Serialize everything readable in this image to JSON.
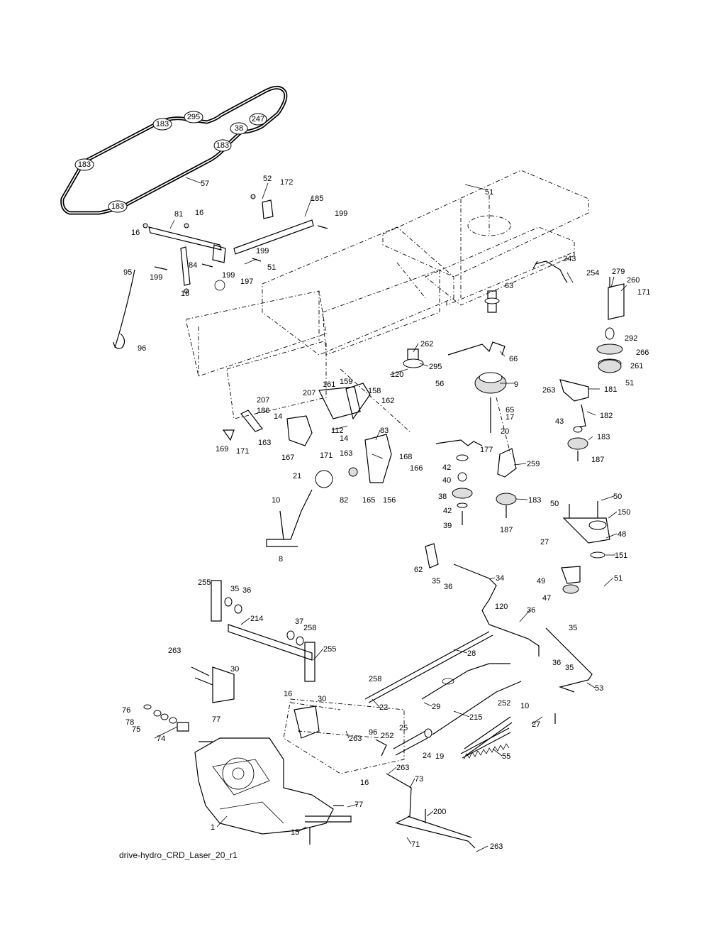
{
  "caption": "drive-hydro_CRD_Laser_20_r1",
  "belt_pulley_labels": [
    "183",
    "295",
    "247",
    "38",
    "183",
    "183",
    "183"
  ],
  "part_numbers": [
    "57",
    "52",
    "172",
    "185",
    "199",
    "81",
    "16",
    "16",
    "199",
    "199",
    "51",
    "84",
    "199",
    "16",
    "197",
    "95",
    "96",
    "51",
    "243",
    "254",
    "279",
    "260",
    "171",
    "63",
    "292",
    "266",
    "261",
    "51",
    "262",
    "66",
    "295",
    "120",
    "56",
    "9",
    "263",
    "181",
    "65",
    "17",
    "20",
    "43",
    "182",
    "183",
    "187",
    "161",
    "159",
    "158",
    "207",
    "207",
    "186",
    "14",
    "162",
    "112",
    "14",
    "83",
    "163",
    "163",
    "169",
    "171",
    "167",
    "171",
    "21",
    "177",
    "42",
    "40",
    "259",
    "168",
    "166",
    "82",
    "165",
    "156",
    "38",
    "183",
    "42",
    "39",
    "187",
    "10",
    "8",
    "50",
    "50",
    "150",
    "48",
    "27",
    "151",
    "62",
    "35",
    "36",
    "34",
    "49",
    "51",
    "47",
    "255",
    "35",
    "36",
    "214",
    "37",
    "258",
    "120",
    "36",
    "35",
    "36",
    "35",
    "263",
    "30",
    "255",
    "28",
    "53",
    "258",
    "22",
    "29",
    "252",
    "10",
    "16",
    "30",
    "215",
    "27",
    "76",
    "77",
    "78",
    "75",
    "74",
    "263",
    "96",
    "252",
    "25",
    "24",
    "19",
    "55",
    "263",
    "73",
    "16",
    "77",
    "200",
    "1",
    "15",
    "71",
    "263"
  ]
}
